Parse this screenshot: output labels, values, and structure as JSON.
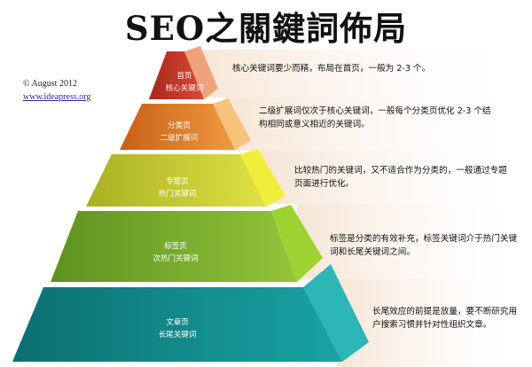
{
  "header": {
    "title": "SEO之關鍵詞佈局"
  },
  "meta": {
    "copyright": "© August 2012",
    "website": "www.ideapress.org"
  },
  "tiers": [
    {
      "name": "首页",
      "keyword": "核心关键词",
      "description": "核心关键词要少而精，布局在首页，一般为 2-3 个。",
      "color": "#c0392b"
    },
    {
      "name": "分类页",
      "keyword": "二级扩展词",
      "description": "二级扩展词仅次于核心关键词，一般每个分类页优化 2-3 个结构相同或意义相近的关键词。",
      "color": "#e07a21"
    },
    {
      "name": "专题页",
      "keyword": "热门关键词",
      "description": "比较热门的关键词，又不适合作为分类的，一般通过专题页面进行优化。",
      "color": "#cfd32a"
    },
    {
      "name": "标签页",
      "keyword": "次热门关键词",
      "description": "标签是分类的有效补充，标签关键词介于热门关键词和长尾关键词之间。",
      "color": "#7fb32a"
    },
    {
      "name": "文章页",
      "keyword": "长尾关键词",
      "description": "长尾效应的前提是放量，要不断研究用户搜索习惯并针对性组织文章。",
      "color": "#128a8a"
    }
  ]
}
